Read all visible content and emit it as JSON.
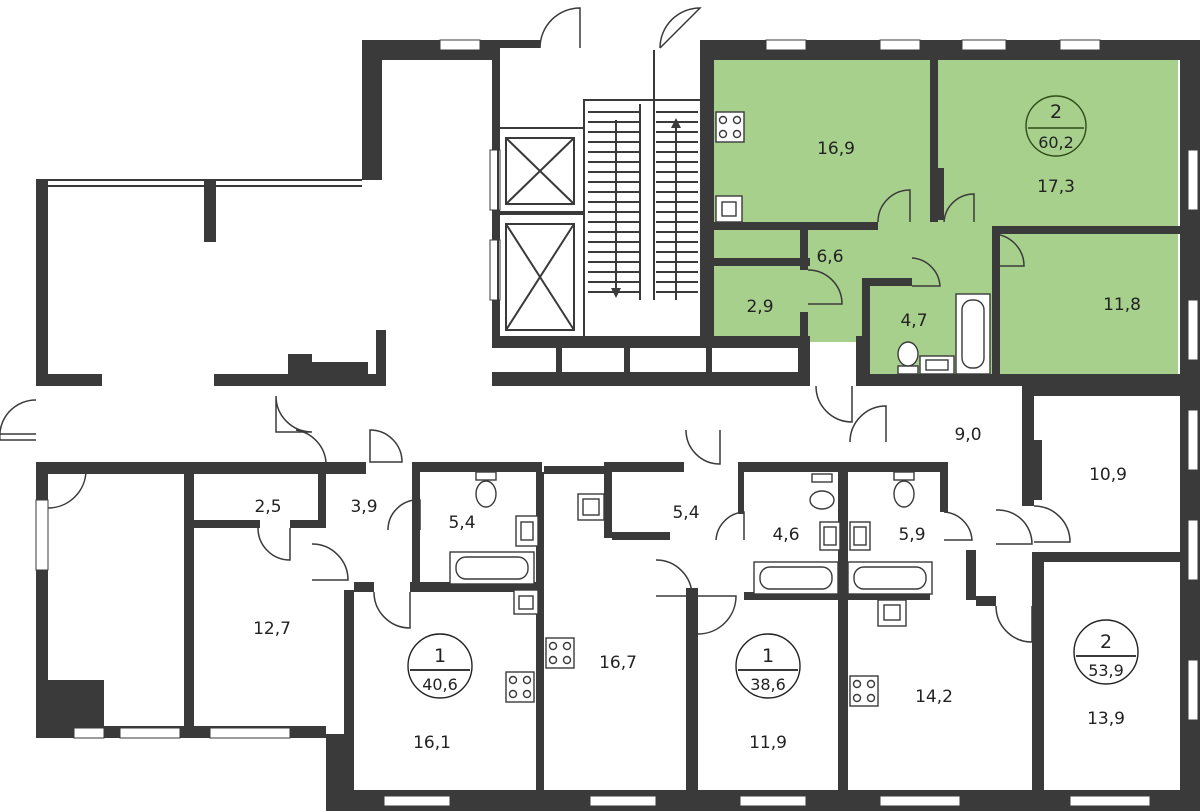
{
  "colors": {
    "highlight": "#a8d08d",
    "wall": "#3a3a3a",
    "background": "#ffffff"
  },
  "apartments": [
    {
      "id": "apt-2-60-2",
      "rooms": "2",
      "area": "60,2",
      "highlighted": true
    },
    {
      "id": "apt-1-40-6",
      "rooms": "1",
      "area": "40,6",
      "highlighted": false
    },
    {
      "id": "apt-1-38-6",
      "rooms": "1",
      "area": "38,6",
      "highlighted": false
    },
    {
      "id": "apt-2-53-9",
      "rooms": "2",
      "area": "53,9",
      "highlighted": false
    }
  ],
  "room_areas": [
    "16,9",
    "17,3",
    "6,6",
    "2,9",
    "4,7",
    "11,8",
    "9,0",
    "10,9",
    "2,5",
    "3,9",
    "5,4",
    "5,4",
    "4,6",
    "5,9",
    "12,7",
    "16,7",
    "14,2",
    "16,1",
    "11,9",
    "13,9"
  ]
}
